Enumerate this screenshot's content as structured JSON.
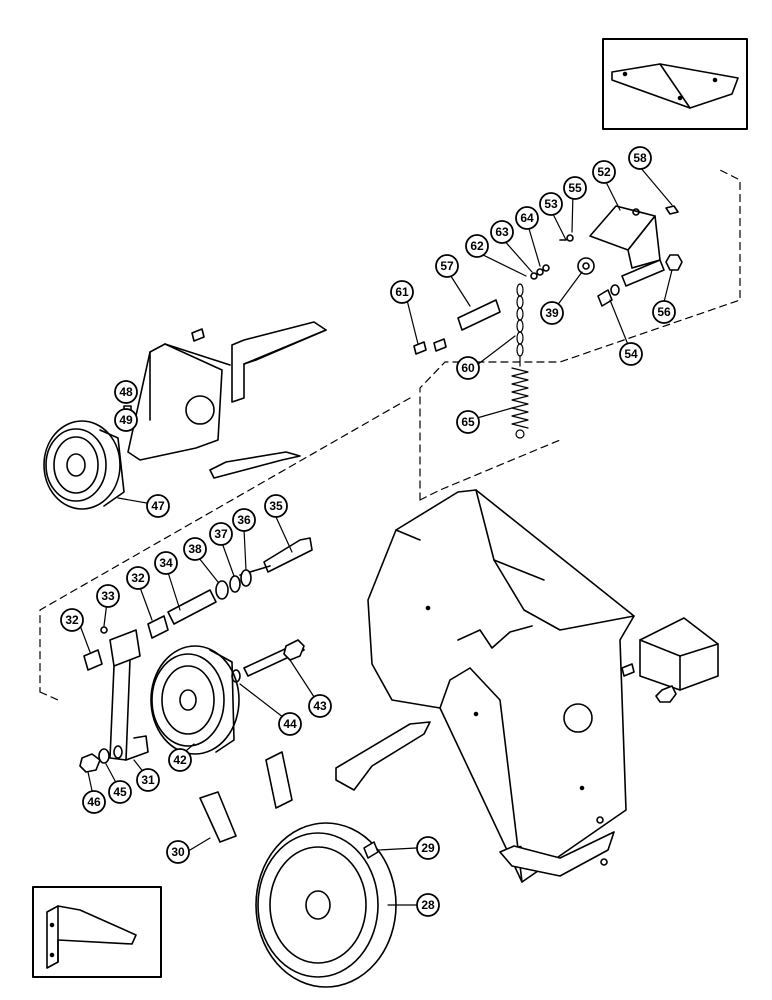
{
  "callouts": {
    "c28": "28",
    "c29": "29",
    "c30": "30",
    "c31": "31",
    "c32a": "32",
    "c32b": "32",
    "c33": "33",
    "c34": "34",
    "c35": "35",
    "c36": "36",
    "c37": "37",
    "c38": "38",
    "c39": "39",
    "c42": "42",
    "c43": "43",
    "c44": "44",
    "c45": "45",
    "c46": "46",
    "c47": "47",
    "c48": "48",
    "c49": "49",
    "c52": "52",
    "c53": "53",
    "c54": "54",
    "c55": "55",
    "c56": "56",
    "c57": "57",
    "c58": "58",
    "c60": "60",
    "c61": "61",
    "c62": "62",
    "c63": "63",
    "c64": "64",
    "c65": "65"
  },
  "colors": {
    "ink": "#000000",
    "paper": "#ffffff"
  }
}
